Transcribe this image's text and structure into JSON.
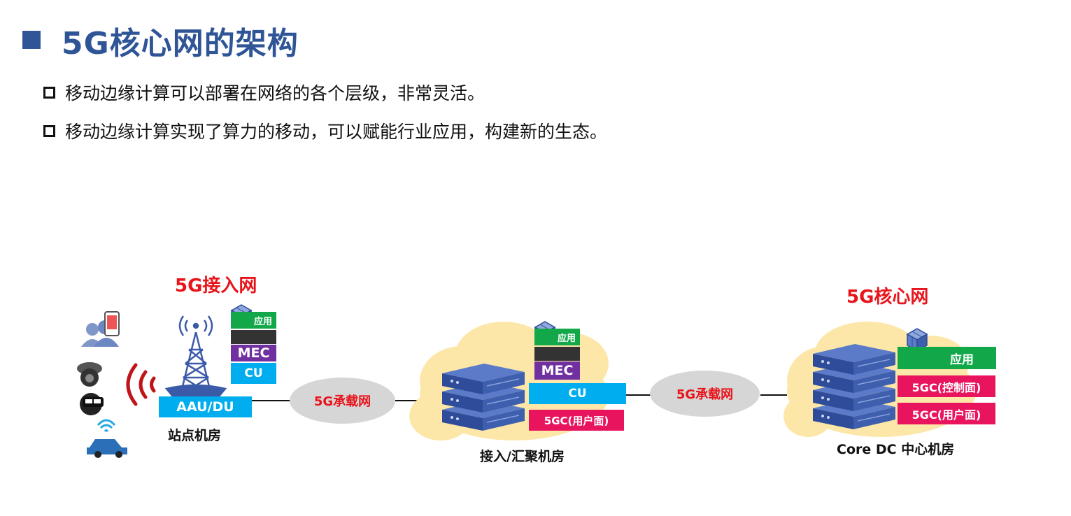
{
  "slide": {
    "title": "5G核心网的架构",
    "bullets": [
      "移动边缘计算可以部署在网络的各个层级，非常灵活。",
      "移动边缘计算实现了算力的移动，可以赋能行业应用，构建新的生态。"
    ]
  },
  "diagram": {
    "access_network_label": "5G接入网",
    "core_network_label": "5G核心网",
    "site": {
      "caption": "站点机房",
      "aau_du": "AAU/DU",
      "app": "应用",
      "mec": "MEC",
      "cu": "CU"
    },
    "bearer_1": "5G承载网",
    "aggregation": {
      "caption": "接入/汇聚机房",
      "app": "应用",
      "mec": "MEC",
      "cu": "CU",
      "upf": "5GC(用户面)"
    },
    "bearer_2": "5G承载网",
    "core_dc": {
      "caption": "Core DC 中心机房",
      "app": "应用",
      "control_plane": "5GC(控制面)",
      "user_plane": "5GC(用户面)"
    }
  },
  "colors": {
    "title_blue": "#2F5597",
    "accent_red": "#E8141B",
    "app_green": "#12A84A",
    "mec_purple": "#7030A0",
    "cu_cyan": "#00AEEF",
    "core_pink": "#E8145E",
    "cloud_yellow": "#FDE7A8",
    "bearer_gray": "#D6D6D6",
    "server_blue": "#3B5BA9"
  },
  "icons": [
    "users-icon",
    "smartphone-icon",
    "camera-icon",
    "vr-headset-icon",
    "connected-car-icon",
    "radio-waves-icon",
    "cell-tower-icon",
    "cube-app-icon",
    "server-stack-icon",
    "cloud-icon"
  ]
}
